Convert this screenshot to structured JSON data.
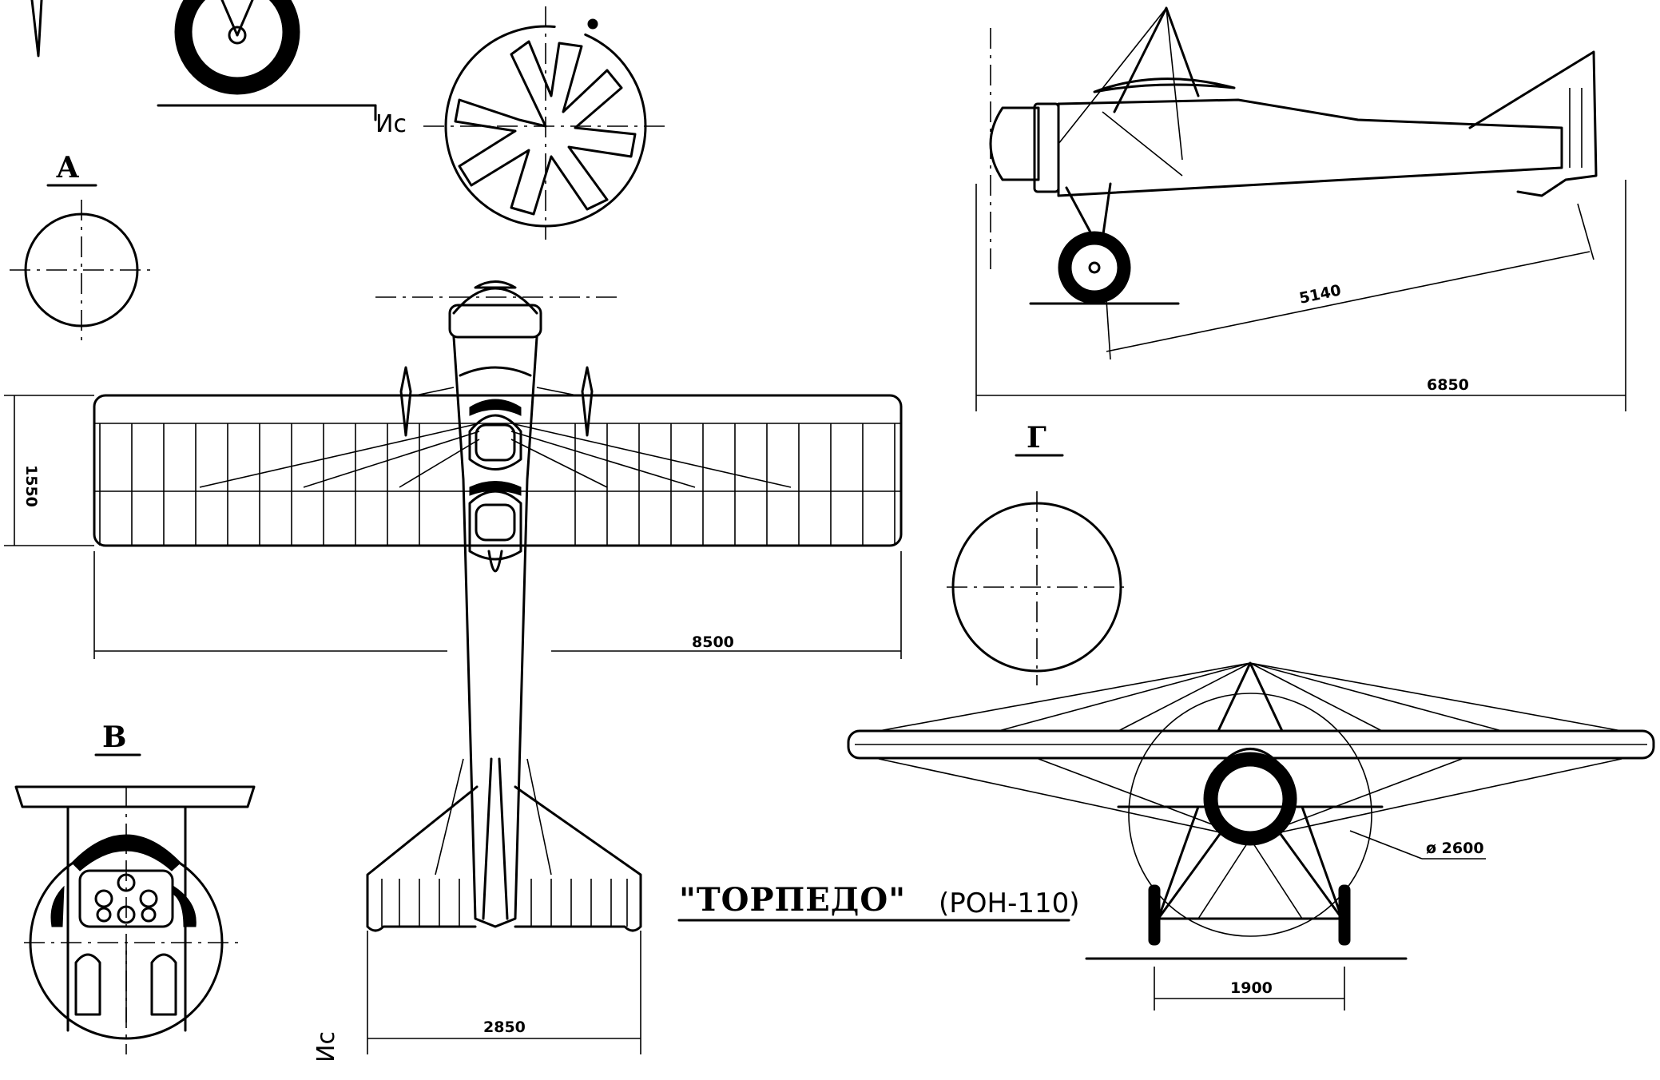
{
  "title": "\"ТОРПЕДО\"",
  "subtitle": "(РОН-110)",
  "views": {
    "a": "А",
    "b": "В",
    "g": "Г"
  },
  "dimensions": {
    "wing_chord": "1550",
    "wingspan": "8500",
    "tail_span": "2850",
    "side_length": "5140",
    "overall_length": "6850",
    "prop_diameter": "ø 2600",
    "track": "1900"
  },
  "symbols": {
    "mark_top": "Ис",
    "mark_bottom": "Ис"
  }
}
